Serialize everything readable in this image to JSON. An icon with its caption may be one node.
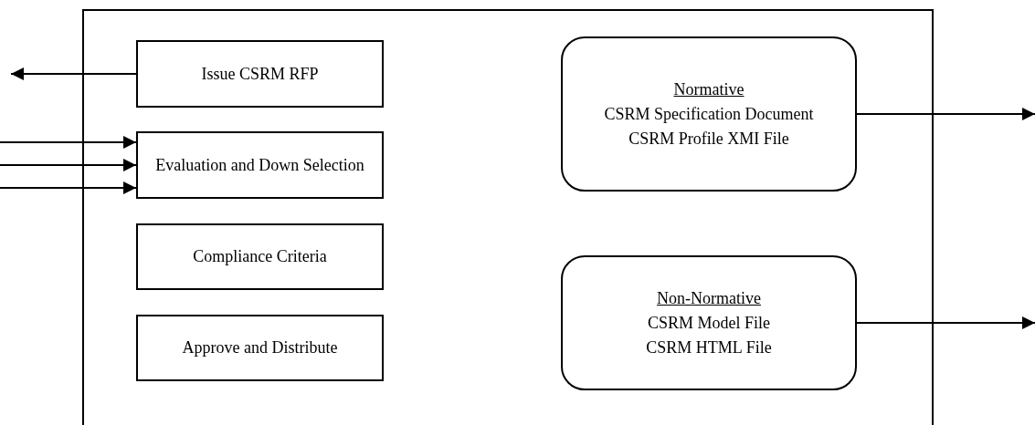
{
  "diagram": {
    "nodes": [
      {
        "text": [],
        "shape": "box"
      },
      {
        "text": [
          "Issue CSRM RFP"
        ],
        "in": 0
      },
      {
        "text": [
          "Evaluation and Down Selection"
        ],
        "in": 0
      },
      {
        "text": [
          "Compliance Criteria"
        ],
        "in": 0
      },
      {
        "text": [
          "Approve and Distribute"
        ],
        "in": 0
      },
      {
        "text": [
          "Normative",
          "CSRM Specification Document",
          "CSRM Profile XMI File"
        ],
        "in": 0
      },
      {
        "text": [
          "Non-Normative",
          "CSRM Model File",
          "CSRM HTML File"
        ],
        "in": 0
      }
    ],
    "edges": [
      {
        "from": 1,
        "to": null,
        "arrow": "to"
      },
      {
        "from": null,
        "to": 2,
        "arrow": "to"
      },
      {
        "from": null,
        "to": 2,
        "arrow": "to"
      },
      {
        "from": null,
        "to": 2,
        "arrow": "to"
      },
      {
        "from": 5,
        "to": null,
        "arrow": "to"
      },
      {
        "from": 6,
        "to": null,
        "arrow": "to"
      }
    ]
  }
}
